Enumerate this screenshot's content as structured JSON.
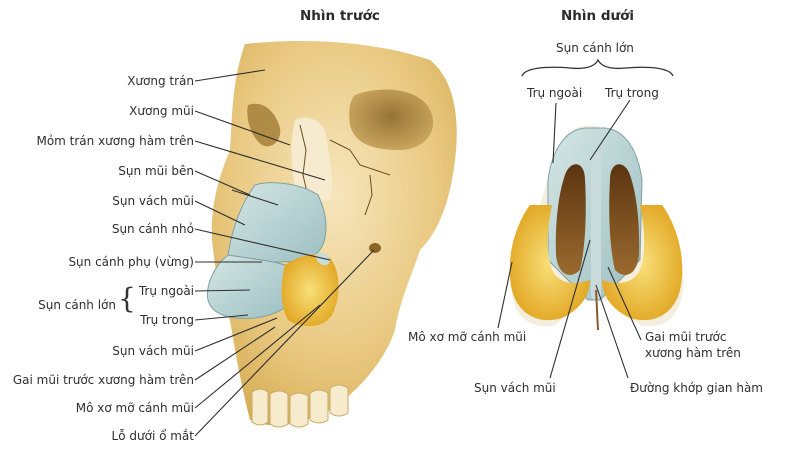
{
  "front_view": {
    "title": "Nhìn trước",
    "labels": [
      {
        "text": "Xương trán"
      },
      {
        "text": "Xương mũi"
      },
      {
        "text": "Mỏm trán xương hàm trên"
      },
      {
        "text": "Sụn mũi bên"
      },
      {
        "text": "Sụn vách mũi"
      },
      {
        "text": "Sụn cánh nhỏ"
      },
      {
        "text": "Sụn cánh phụ (vừng)"
      },
      {
        "text": "Trụ ngoài"
      },
      {
        "text": "Trụ trong"
      },
      {
        "text": "Sụn vách mũi"
      },
      {
        "text": "Gai mũi trước xương hàm trên"
      },
      {
        "text": "Mô xơ mỡ cánh mũi"
      },
      {
        "text": "Lỗ dưới ổ mắt"
      }
    ],
    "group_label": "Sụn cánh lớn"
  },
  "bottom_view": {
    "title": "Nhìn dưới",
    "group_label": "Sụn cánh lớn",
    "labels": [
      {
        "text": "Trụ ngoài"
      },
      {
        "text": "Trụ trong"
      },
      {
        "text": "Mô xơ mỡ cánh mũi"
      },
      {
        "text": "Sụn vách mũi"
      },
      {
        "text": "Gai mũi trước"
      },
      {
        "text": "xương hàm trên"
      },
      {
        "text": "Đường khớp gian hàm"
      }
    ]
  },
  "colors": {
    "bone": "#e8c77e",
    "bone_light": "#f3e2b8",
    "bone_shadow": "#a8843c",
    "cartilage": "#b9d3d3",
    "cartilage_dark": "#8fb0b3",
    "fat": "#e8b12a",
    "fat_light": "#f6d768",
    "cavity": "#7a4d1e"
  }
}
